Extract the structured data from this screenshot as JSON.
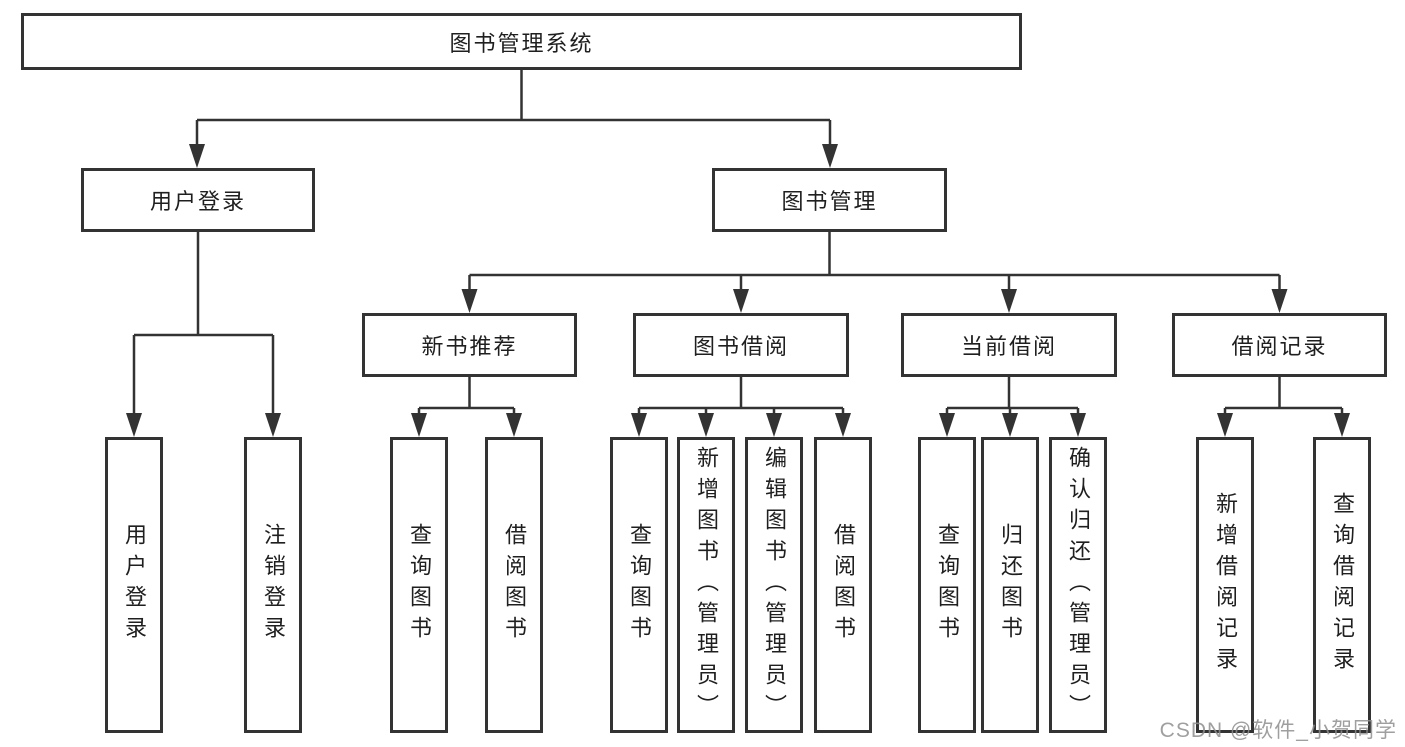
{
  "tree": {
    "root": {
      "label": "图书管理系统"
    },
    "level2": [
      {
        "label": "用户登录"
      },
      {
        "label": "图书管理"
      }
    ],
    "level3": [
      {
        "label": "新书推荐"
      },
      {
        "label": "图书借阅"
      },
      {
        "label": "当前借阅"
      },
      {
        "label": "借阅记录"
      }
    ],
    "leaves": [
      {
        "label": "用户登录"
      },
      {
        "label": "注销登录"
      },
      {
        "label": "查询图书"
      },
      {
        "label": "借阅图书"
      },
      {
        "label": "查询图书"
      },
      {
        "label": "新增图书（管理员）"
      },
      {
        "label": "编辑图书（管理员）"
      },
      {
        "label": "借阅图书"
      },
      {
        "label": "查询图书"
      },
      {
        "label": "归还图书"
      },
      {
        "label": "确认归还（管理员）"
      },
      {
        "label": "新增借阅记录"
      },
      {
        "label": "查询借阅记录"
      }
    ]
  },
  "watermark": {
    "text": "CSDN @软件_小贺同学"
  },
  "colors": {
    "line": "#333333",
    "box_border": "#333333",
    "text": "#1f1f1f",
    "background": "#ffffff",
    "watermark": "#8f8f8f"
  }
}
